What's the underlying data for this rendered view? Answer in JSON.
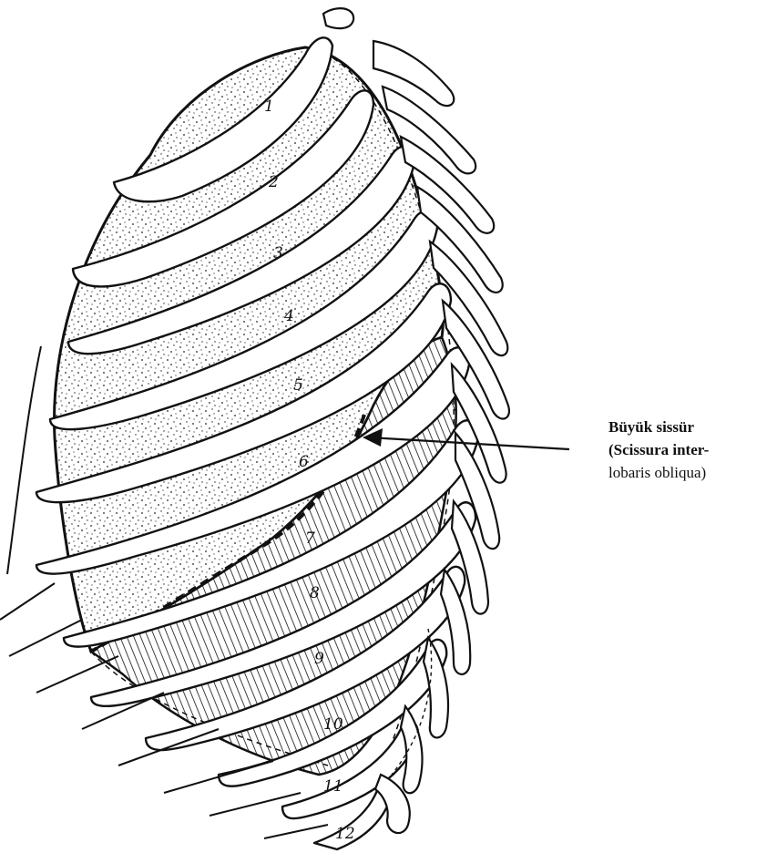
{
  "rib_numbers": [
    "1",
    "2",
    "3",
    "4",
    "5",
    "6",
    "7",
    "8",
    "9",
    "10",
    "11",
    "12"
  ],
  "callout": {
    "line1": "Büyük sissür",
    "line2": "(Scissura inter-",
    "line3": "lobaris obliqua)"
  },
  "colors": {
    "ink": "#111111",
    "paper": "#ffffff"
  }
}
